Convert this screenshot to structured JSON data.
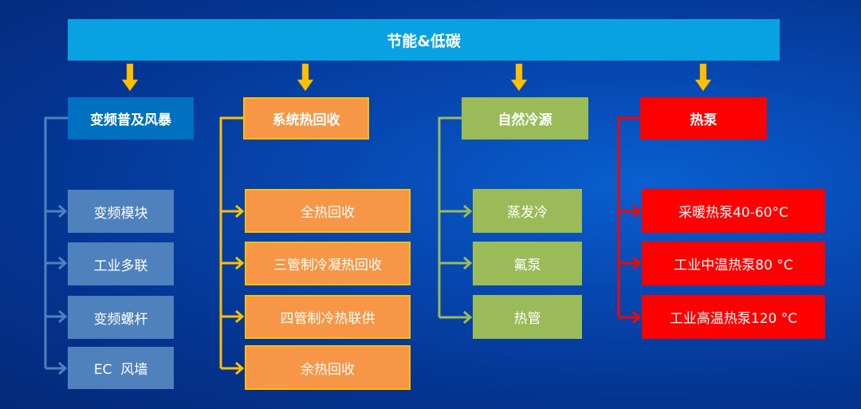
{
  "title": "节能&低碳",
  "colors": {
    "top": "#08a2e3",
    "blue_header": "#0070c0",
    "blue_item": "#4f81bd",
    "orange": "#f79646",
    "orange_border": "#ffc000",
    "green": "#9bbb59",
    "red": "#ff0000",
    "arrow": "#ffc000"
  },
  "columns": [
    {
      "header": "变频普及风暴",
      "items": [
        "变频模块",
        "工业多联",
        "变频螺杆",
        "EC  风墙"
      ]
    },
    {
      "header": "系统热回收",
      "items": [
        "全热回收",
        "三管制冷凝热回收",
        "四管制冷热联供",
        "余热回收"
      ]
    },
    {
      "header": "自然冷源",
      "items": [
        "蒸发冷",
        "氟泵",
        "热管"
      ]
    },
    {
      "header": "热泵",
      "items": [
        "采暖热泵40-60°C",
        "工业中温热泵80 °C",
        "工业高温热泵120 °C"
      ]
    }
  ]
}
